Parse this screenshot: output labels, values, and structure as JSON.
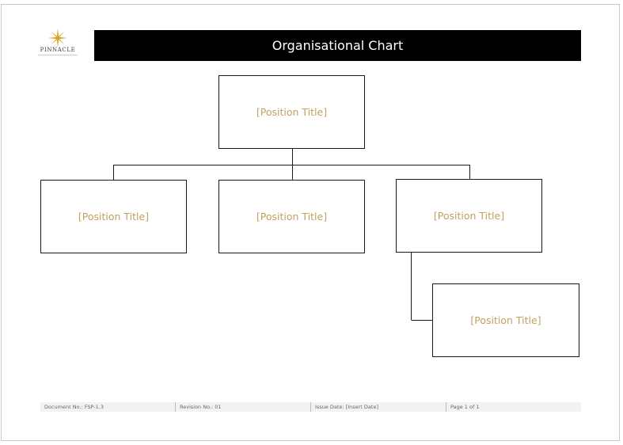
{
  "logo": {
    "name": "PINNACLE",
    "icon": "star-logo-icon"
  },
  "header": {
    "title": "Organisational Chart"
  },
  "org_chart": {
    "root": {
      "label": "[Position Title]"
    },
    "level2": [
      {
        "label": "[Position Title]"
      },
      {
        "label": "[Position Title]"
      },
      {
        "label": "[Position Title]"
      }
    ],
    "sub": {
      "label": "[Position Title]"
    }
  },
  "footer": {
    "document_no": "Document No.: FSP-1.3",
    "revision_no": "Revision No.: 01",
    "issue_date": "Issue Date: [Insert Date]",
    "page": "Page 1 of 1"
  },
  "colors": {
    "title_bar": "#000000",
    "placeholder_text": "#c2a15e",
    "logo_gold": "#d4a82a"
  }
}
